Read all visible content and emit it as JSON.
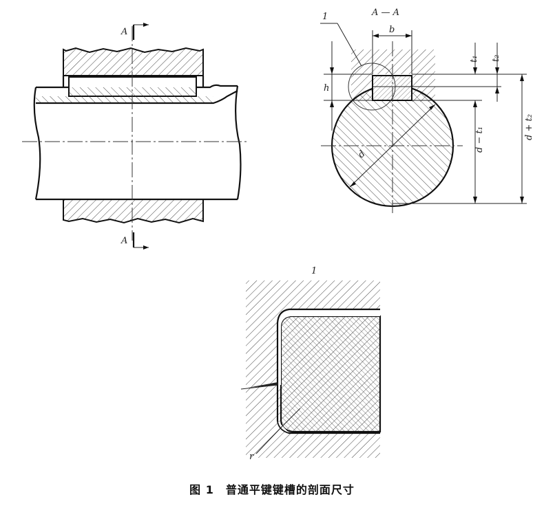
{
  "labels": {
    "section_top": "A",
    "section_bottom": "A",
    "section_title": "A — A",
    "detail_ref": "1",
    "b": "b",
    "h": "h",
    "t1": "t₁",
    "t2": "t₂",
    "d": "d",
    "d_minus_t1": "d − t₁",
    "d_plus_t2": "d + t₂",
    "detail_title": "1",
    "r": "r"
  },
  "caption": "图 1　普通平键键槽的剖面尺寸"
}
